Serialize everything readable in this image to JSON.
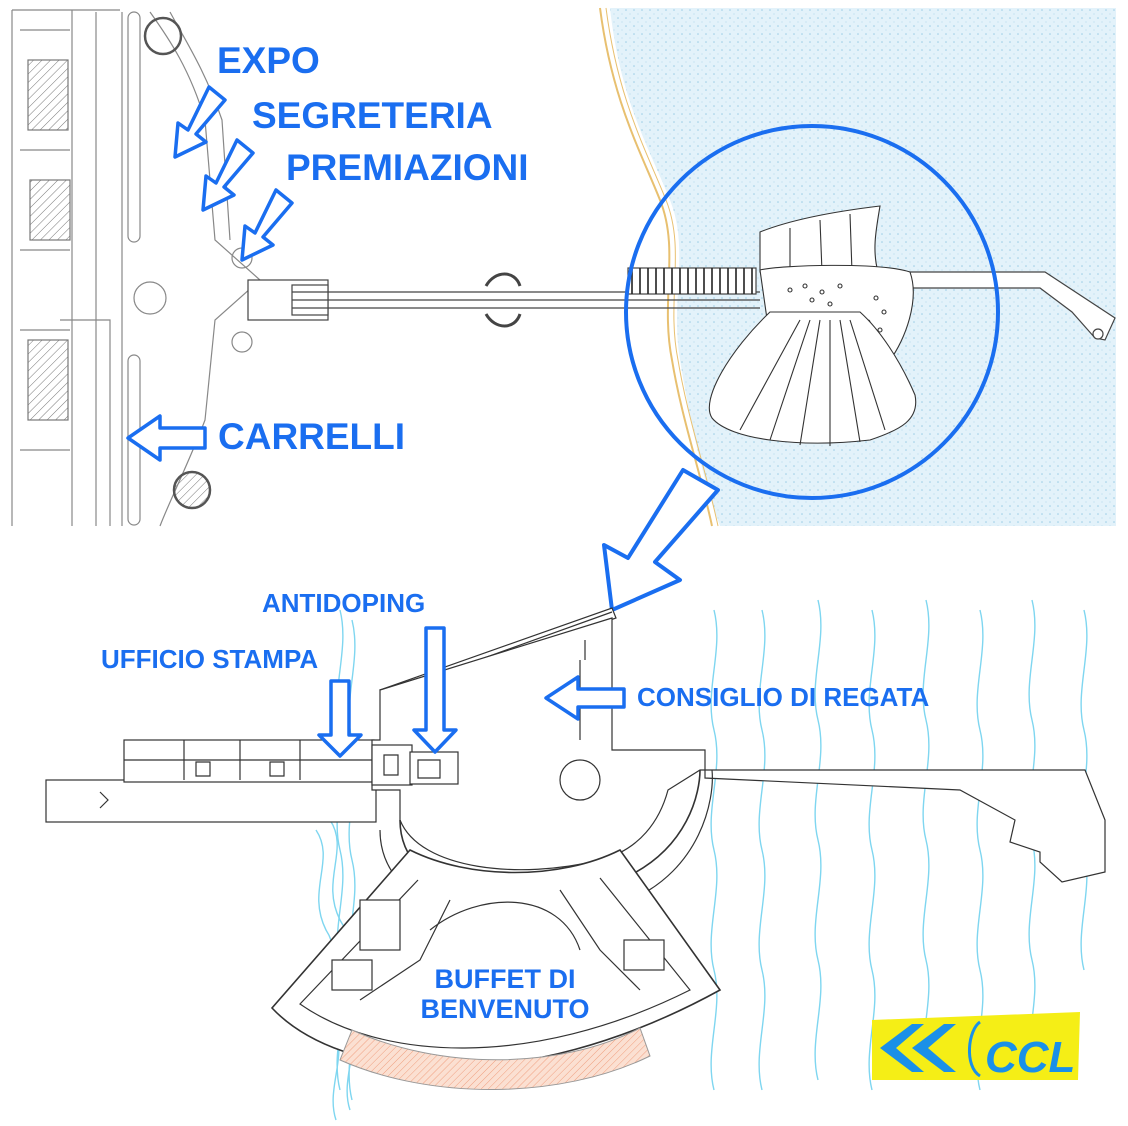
{
  "labels": {
    "expo": "EXPO",
    "segreteria": "SEGRETERIA",
    "premiazioni": "PREMIAZIONI",
    "carrelli": "CARRELLI",
    "antidoping": "ANTIDOPING",
    "ufficio_stampa": "UFFICIO STAMPA",
    "consiglio_di_regata": "CONSIGLIO DI REGATA",
    "buffet_line1": "BUFFET DI",
    "buffet_line2": "BENVENUTO"
  },
  "logo": {
    "text": "CCL",
    "icon": "double-chevron-logo"
  },
  "colors": {
    "label_blue": "#1a6ef0",
    "water_blue": "#dceef8",
    "wave_cyan": "#7fd6f0",
    "logo_yellow": "#f5ee16",
    "logo_blue": "#1a90e8",
    "deck_orange": "#f4b89a"
  }
}
